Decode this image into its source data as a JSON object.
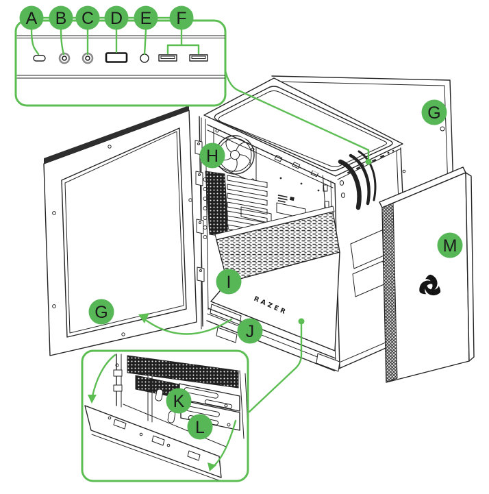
{
  "colors": {
    "accent_green": "#57b757",
    "annotation_line_green": "#5cbd52",
    "line_art": "#232323",
    "background": "#ffffff"
  },
  "brand": {
    "wordmark": "RAZER"
  },
  "io_callouts": [
    {
      "letter": "A",
      "icon": "usb-c-port-icon"
    },
    {
      "letter": "B",
      "icon": "headphone-jack-icon"
    },
    {
      "letter": "C",
      "icon": "microphone-jack-icon"
    },
    {
      "letter": "D",
      "icon": "power-button-icon"
    },
    {
      "letter": "E",
      "icon": "reset-button-icon"
    },
    {
      "letter": "F",
      "icon": "usb-a-ports-icon"
    }
  ],
  "case_callouts": {
    "g": "G",
    "h": "H",
    "i": "I",
    "j": "J",
    "k": "K",
    "l": "L",
    "m": "M"
  }
}
